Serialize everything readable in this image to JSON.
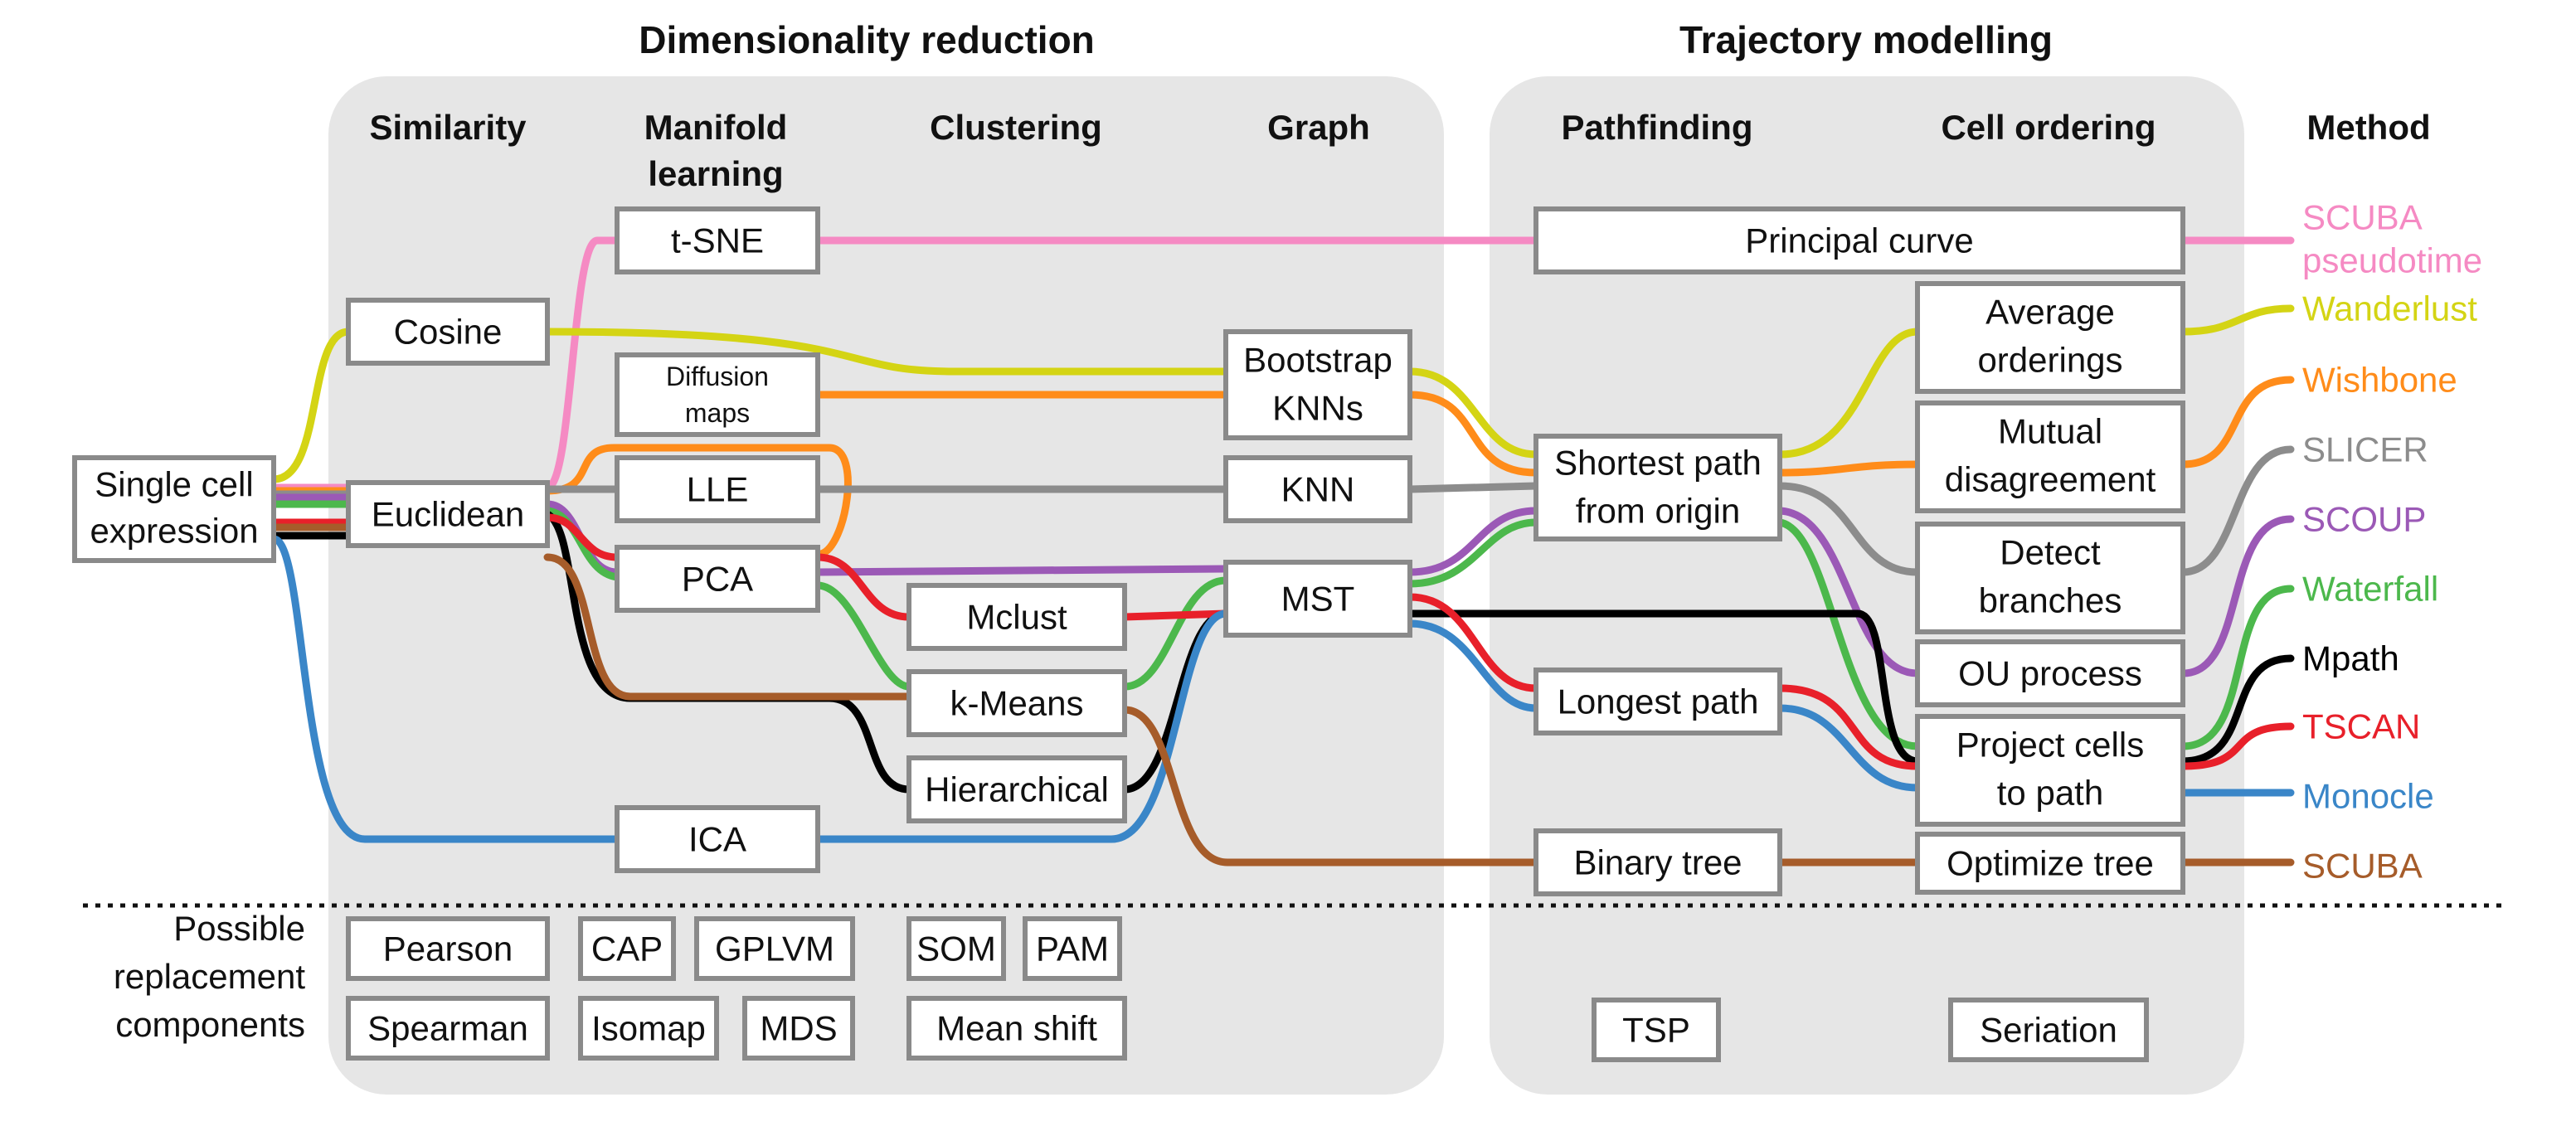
{
  "sections": {
    "dim_reduction": "Dimensionality reduction",
    "trajectory": "Trajectory modelling"
  },
  "columns": {
    "similarity": "Similarity",
    "manifold_1": "Manifold",
    "manifold_2": "learning",
    "clustering": "Clustering",
    "graph": "Graph",
    "pathfinding": "Pathfinding",
    "cell_ordering": "Cell ordering",
    "method": "Method"
  },
  "nodes": {
    "single_cell": [
      "Single cell",
      "expression"
    ],
    "cosine": [
      "Cosine"
    ],
    "euclidean": [
      "Euclidean"
    ],
    "tsne": [
      "t-SNE"
    ],
    "diffusion": [
      "Diffusion",
      "maps"
    ],
    "lle": [
      "LLE"
    ],
    "pca": [
      "PCA"
    ],
    "ica": [
      "ICA"
    ],
    "mclust": [
      "Mclust"
    ],
    "kmeans": [
      "k-Means"
    ],
    "hierarchical": [
      "Hierarchical"
    ],
    "bootstrap": [
      "Bootstrap",
      "KNNs"
    ],
    "knn": [
      "KNN"
    ],
    "mst": [
      "MST"
    ],
    "principal": [
      "Principal curve"
    ],
    "shortest": [
      "Shortest path",
      "from origin"
    ],
    "longest": [
      "Longest path"
    ],
    "binary": [
      "Binary tree"
    ],
    "average": [
      "Average",
      "orderings"
    ],
    "mutual": [
      "Mutual",
      "disagreement"
    ],
    "detect": [
      "Detect",
      "branches"
    ],
    "ou": [
      "OU process"
    ],
    "project": [
      "Project cells",
      "to path"
    ],
    "optimize": [
      "Optimize tree"
    ]
  },
  "methods": [
    {
      "id": "scuba_pt",
      "label": [
        "SCUBA",
        "pseudotime"
      ],
      "color": "#f58ac3"
    },
    {
      "id": "wanderlust",
      "label": [
        "Wanderlust"
      ],
      "color": "#d4d414"
    },
    {
      "id": "wishbone",
      "label": [
        "Wishbone"
      ],
      "color": "#ff8c1a"
    },
    {
      "id": "slicer",
      "label": [
        "SLICER"
      ],
      "color": "#8c8c8c"
    },
    {
      "id": "scoup",
      "label": [
        "SCOUP"
      ],
      "color": "#9b59b6"
    },
    {
      "id": "waterfall",
      "label": [
        "Waterfall"
      ],
      "color": "#4cb84c"
    },
    {
      "id": "mpath",
      "label": [
        "Mpath"
      ],
      "color": "#000000"
    },
    {
      "id": "tscan",
      "label": [
        "TSCAN"
      ],
      "color": "#e8202a"
    },
    {
      "id": "monocle",
      "label": [
        "Monocle"
      ],
      "color": "#3a86c8"
    },
    {
      "id": "scuba",
      "label": [
        "SCUBA"
      ],
      "color": "#a65c2a"
    }
  ],
  "replacement": {
    "title": [
      "Possible",
      "replacement",
      "components"
    ],
    "items": [
      "Pearson",
      "Spearman",
      "CAP",
      "GPLVM",
      "Isomap",
      "MDS",
      "SOM",
      "PAM",
      "Mean shift",
      "TSP",
      "Seriation"
    ]
  },
  "colors": {
    "panel": "#e6e6e6",
    "box_border": "#8a8a8a"
  }
}
